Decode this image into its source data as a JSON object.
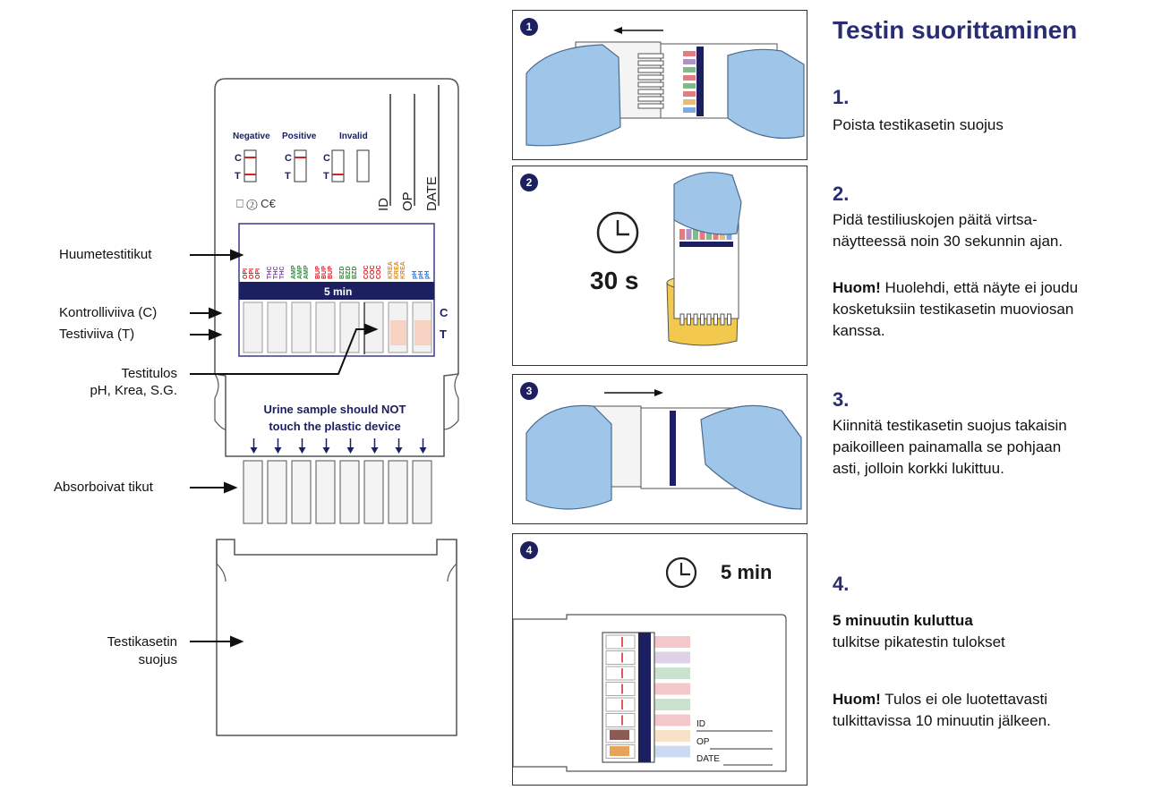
{
  "left": {
    "labels": {
      "drug_strips": "Huumetestitikut",
      "control_line": "Kontrolliviiva (C)",
      "test_line": "Testiviiva (T)",
      "result": "Testitulos",
      "result_sub": "pH,  Krea, S.G.",
      "absorbent": "Absorboivat tikut",
      "cover_1": "Testikasetin",
      "cover_2": "suojus"
    },
    "device": {
      "negative": "Negative",
      "positive": "Positive",
      "invalid": "Invalid",
      "c": "C",
      "t": "T",
      "id": "ID",
      "op": "OP",
      "date": "DATE",
      "timer": "5 min",
      "warning_1": "Urine sample should NOT",
      "warning_2": "touch the plastic device",
      "strips": [
        "OPI",
        "THC",
        "AMP",
        "BUP",
        "BZD",
        "COC",
        "KREA",
        "pH"
      ]
    },
    "colors": {
      "navy": "#1c2060",
      "red": "#d2232a",
      "purple": "#7b4aa0",
      "green": "#2e8b3a",
      "orange": "#e08a1e",
      "blue": "#2a6fc9",
      "pink_result": "#f6d2c2"
    }
  },
  "panels": {
    "p1": {
      "num": "1"
    },
    "p2": {
      "num": "2",
      "time": "30 s"
    },
    "p3": {
      "num": "3"
    },
    "p4": {
      "num": "4",
      "time": "5 min",
      "id": "ID",
      "op": "OP",
      "date": "DATE"
    }
  },
  "right": {
    "title": "Testin suorittaminen",
    "s1_num": "1.",
    "s1_text": "Poista testikasetin suojus",
    "s2_num": "2.",
    "s2_text_1": "Pidä testiliuskojen päitä virtsa-",
    "s2_text_2": "näytteessä noin 30 sekunnin ajan.",
    "s2_note_bold": "Huom!",
    "s2_note_1": " Huolehdi, että näyte ei joudu",
    "s2_note_2": "kosketuksiin testikasetin muoviosan",
    "s2_note_3": "kanssa.",
    "s3_num": "3.",
    "s3_text_1": "Kiinnitä testikasetin suojus takaisin",
    "s3_text_2": "paikoilleen painamalla se pohjaan",
    "s3_text_3": "asti, jolloin korkki lukittuu.",
    "s4_num": "4.",
    "s4_bold": "5 minuutin kuluttua",
    "s4_text": "tulkitse pikatestin tulokset",
    "s4_note_bold": "Huom!",
    "s4_note_1": " Tulos ei ole luotettavasti",
    "s4_note_2": "tulkittavissa 10 minuutin jälkeen."
  }
}
